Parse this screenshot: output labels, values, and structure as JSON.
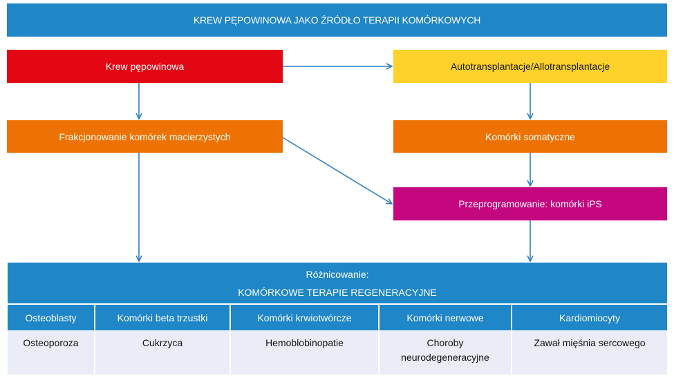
{
  "header": {
    "title": "KREW PĘPOWINOWA JAKO ŹRÓDŁO TERAPII KOMÓRKOWYCH"
  },
  "nodes": {
    "cord_blood": "Krew pępowinowa",
    "transplants": "Autotransplantacje/Allotransplantacje",
    "fractionation": "Frakcjonowanie komórek macierzystych",
    "somatic": "Komórki somatyczne",
    "reprogramming": "Przeprogramowanie: komórki iPS"
  },
  "bottom": {
    "line1": "Różnicowanie:",
    "line2": "KOMÓRKOWE TERAPIE REGENERACYJNE",
    "cell_types": [
      "Osteoblasty",
      "Komórki beta trzustki",
      "Komórki krwiotwórcze",
      "Komórki nerwowe",
      "Kardiomiocyty"
    ],
    "diseases": [
      "Osteoporoza",
      "Cukrzyca",
      "Hemoblobinopatie",
      "Choroby neurodegeneracyjne",
      "Zawał mięśnia sercowego"
    ]
  },
  "colors": {
    "blue": "#1f86c8",
    "red": "#e30613",
    "yellow": "#fed12b",
    "orange": "#ee7203",
    "magenta": "#c4077e",
    "arrow": "#2e7fc1",
    "table_body": "#eaedf7"
  }
}
